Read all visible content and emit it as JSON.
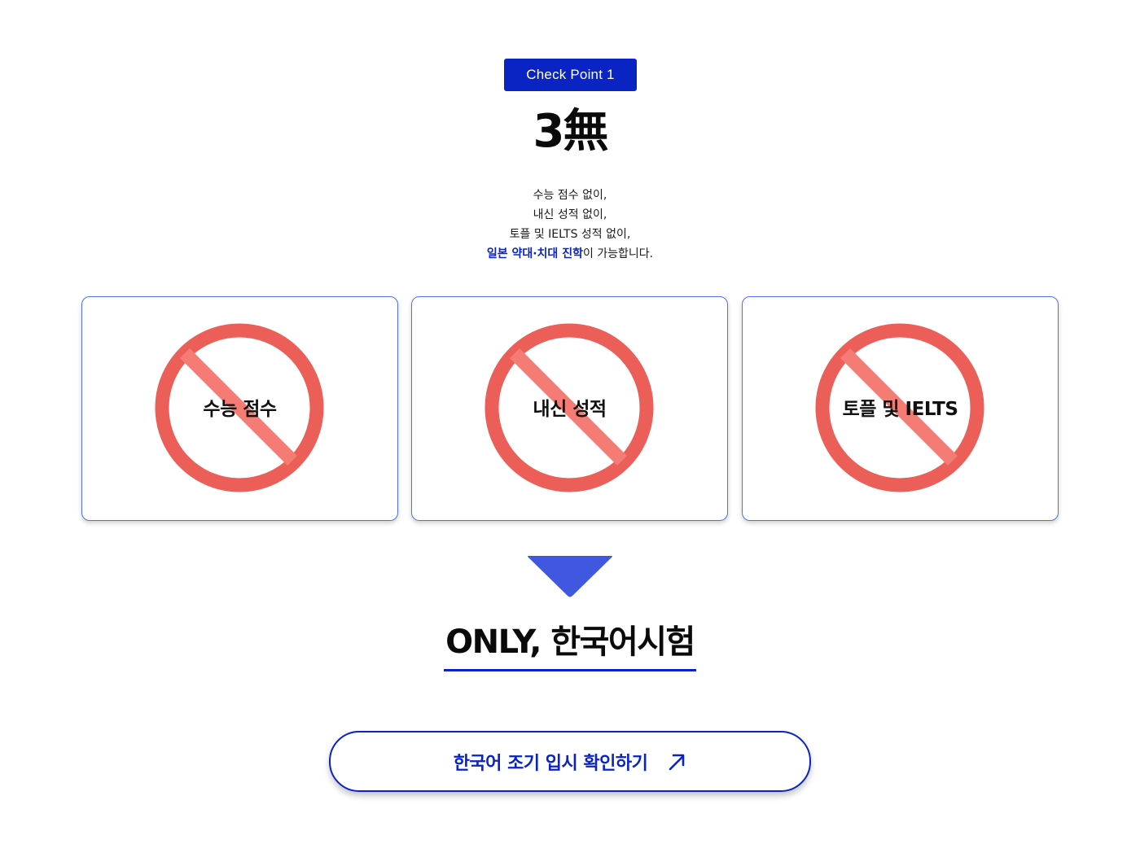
{
  "badge": {
    "label": "Check Point 1"
  },
  "heading": {
    "title": "3無"
  },
  "description": {
    "line1": "수능 점수 없이,",
    "line2": "내신 성적 없이,",
    "line3": "토플 및 IELTS 성적 없이,",
    "line4_highlight": "일본 약대·치대 진학",
    "line4_rest": "이 가능합니다."
  },
  "cards": [
    {
      "label": "수능 점수",
      "icon": "prohibited-icon"
    },
    {
      "label": "내신 성적",
      "icon": "prohibited-icon"
    },
    {
      "label": "토플 및 IELTS",
      "icon": "prohibited-icon"
    }
  ],
  "result": {
    "title": "ONLY, 한국어시험"
  },
  "cta": {
    "label": "한국어 조기 입시 확인하기",
    "icon": "arrow-up-right-icon"
  },
  "colors": {
    "accent": "#0a24c4",
    "card_border": "#5470e8",
    "prohibit_ring": "#ec5f58",
    "prohibit_slash": "#f47c74",
    "arrow": "#4058e0"
  }
}
